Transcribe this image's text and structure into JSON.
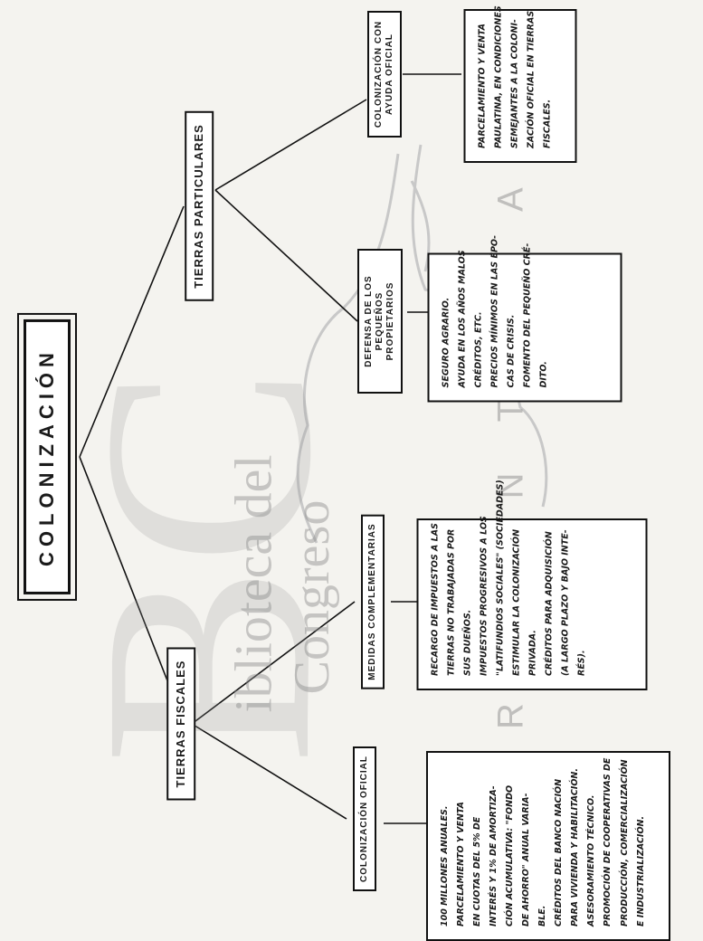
{
  "title": "COLONIZACIÓN",
  "branches": {
    "particulares": {
      "label": "TIERRAS PARTICULARES"
    },
    "fiscales": {
      "label": "TIERRAS FISCALES"
    }
  },
  "subnodes": {
    "ayuda_oficial": "COLONIZACIÓN CON AYUDA OFICIAL",
    "defensa": "DEFENSA DE LOS PEQUEÑOS PROPIETARIOS",
    "medidas": "MEDIDAS COMPLEMENTARIAS",
    "oficial": "COLONIZACIÓN OFICIAL"
  },
  "details": {
    "ayuda_oficial": [
      "PARCELAMIENTO Y VENTA",
      "PAULATINA, EN CONDICIONES",
      "SEMEJANTES A LA COLONI-",
      "ZACIÓN OFICIAL EN TIERRAS",
      "FISCALES."
    ],
    "defensa": [
      "SEGURO AGRARIO.",
      "AYUDA EN LOS AÑOS MALOS",
      "CRÉDITOS, ETC.",
      "PRECIOS MÍNIMOS EN LAS ÉPO-",
      "CAS DE CRISIS.",
      "FOMENTO DEL PEQUEÑO CRÉ-",
      "DITO."
    ],
    "medidas": [
      "RECARGO DE IMPUESTOS A LAS",
      "TIERRAS NO TRABAJADAS POR",
      "SUS DUEÑOS.",
      "IMPUESTOS PROGRESIVOS A LOS",
      "\"LATIFUNDIOS SOCIALES\" (SOCIEDADES)",
      "ESTIMULAR LA COLONIZACIÓN",
      "PRIVADA.",
      "CRÉDITOS PARA ADQUISICIÓN",
      "(A LARGO PLAZO Y BAJO INTE-",
      "RÉS)."
    ],
    "oficial": [
      "100 MILLONES ANUALES.",
      "PARCELAMIENTO Y VENTA",
      "EN CUOTAS DEL 5% DE",
      "INTERÉS Y 1% DE AMORTIZA-",
      "CIÓN ACUMULATIVA: \"FONDO",
      "DE AHORRO\" ANUAL VARIA-",
      "BLE.",
      "CRÉDITOS DEL BANCO NACIÓN",
      "PARA VIVIENDA Y HABILITACIÓN.",
      "ASESORAMIENTO TÉCNICO.",
      "PROMOCIÓN DE COOPERATIVAS DE",
      "PRODUCCIÓN, COMERCIALIZACIÓN",
      "E INDUSTRIALIZACIÓN."
    ]
  },
  "watermark": {
    "logo": "BC",
    "line1": "iblioteca del",
    "line2": "Congreso",
    "country": "ARGENTINA"
  }
}
